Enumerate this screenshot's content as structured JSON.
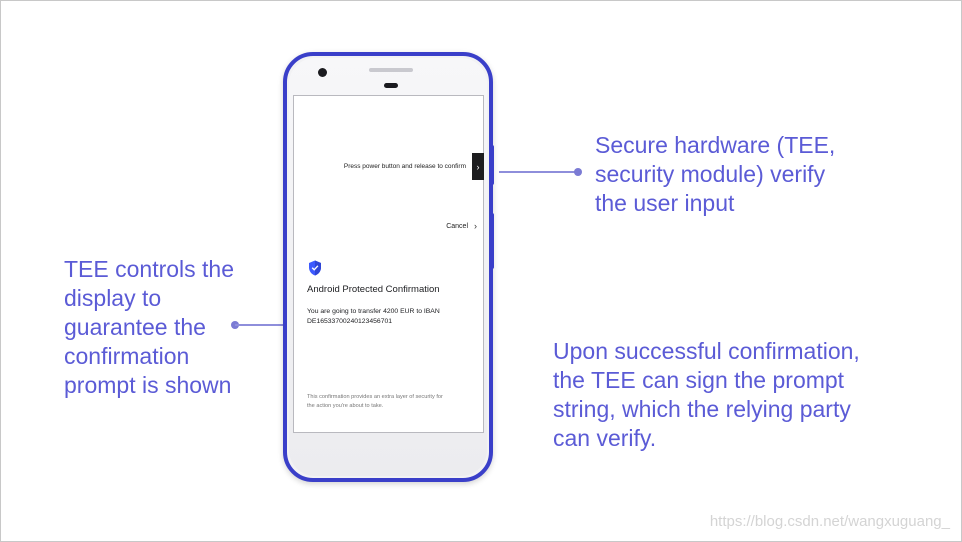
{
  "annotations": {
    "left": "TEE controls the\ndisplay to\nguarantee the\nconfirmation\nprompt is shown",
    "right_top": "Secure hardware (TEE,\nsecurity module) verify\nthe user input",
    "right_bottom": "Upon successful confirmation,\nthe TEE can sign the prompt\nstring, which the relying party\ncan verify."
  },
  "phone_screen": {
    "power_hint": "Press power button and release to confirm",
    "power_tab_glyph": "›",
    "cancel_label": "Cancel",
    "cancel_glyph": "›",
    "icon": "shield-icon",
    "title": "Android Protected Confirmation",
    "prompt": "You are going to transfer 4200 EUR to IBAN\nDE16533700240123456701",
    "footer": "This confirmation provides an extra layer of security for\nthe action you're about to take."
  },
  "watermark": "https://blog.csdn.net/wangxuguang_",
  "colors": {
    "accent_text": "#5b5bd6",
    "phone_body": "#3a3fc9",
    "shield": "#3d5afe"
  }
}
